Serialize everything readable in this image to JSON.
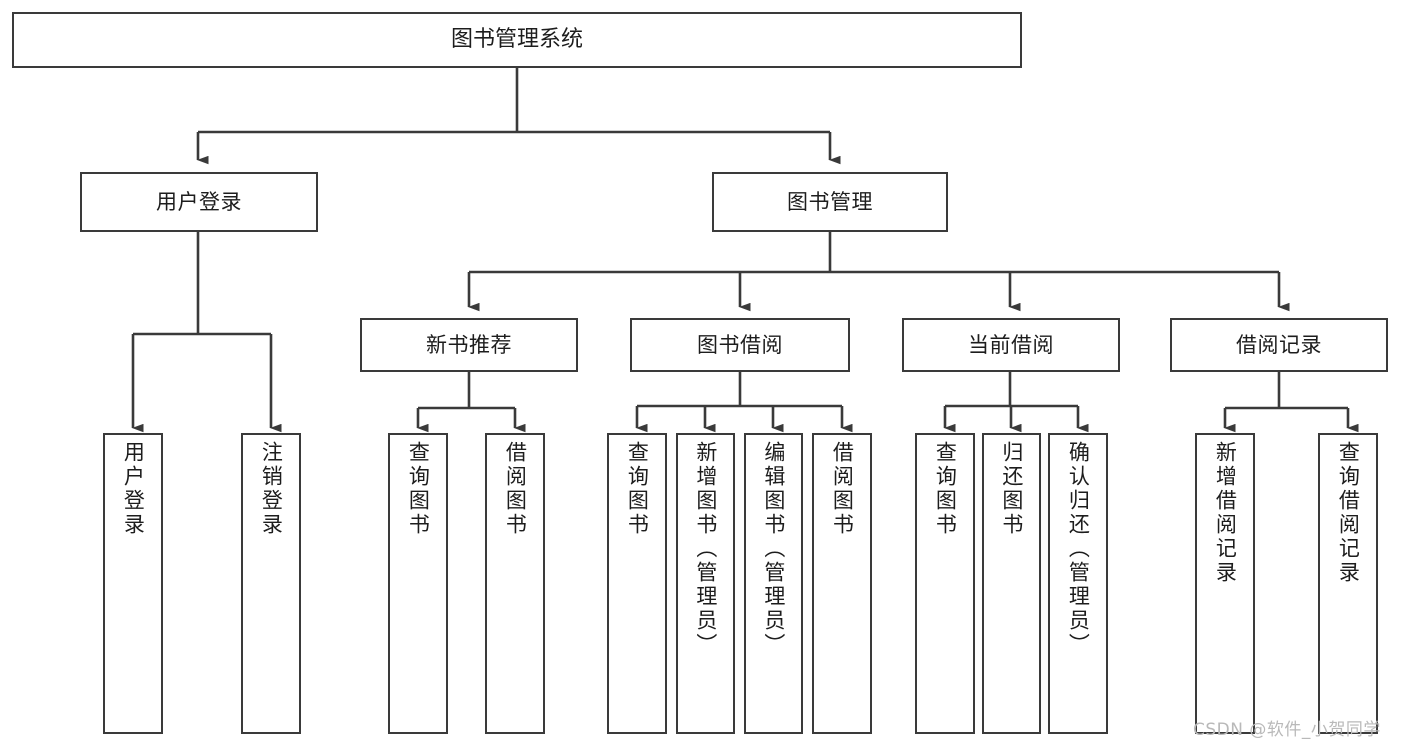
{
  "diagram": {
    "type": "tree-hierarchy",
    "title": "图书管理系统",
    "root": {
      "id": "root",
      "label": "图书管理系统",
      "orientation": "horizontal"
    },
    "level2": [
      {
        "id": "user-login",
        "label": "用户登录",
        "orientation": "horizontal"
      },
      {
        "id": "book-management",
        "label": "图书管理",
        "orientation": "horizontal"
      }
    ],
    "level3": [
      {
        "id": "new-book-recommend",
        "label": "新书推荐",
        "orientation": "horizontal",
        "parent": "book-management"
      },
      {
        "id": "book-borrow",
        "label": "图书借阅",
        "orientation": "horizontal",
        "parent": "book-management"
      },
      {
        "id": "current-borrow",
        "label": "当前借阅",
        "orientation": "horizontal",
        "parent": "book-management"
      },
      {
        "id": "borrow-record",
        "label": "借阅记录",
        "orientation": "horizontal",
        "parent": "book-management"
      }
    ],
    "leaves": [
      {
        "id": "leaf-user-login",
        "label": "用户登录",
        "orientation": "vertical",
        "parent": "user-login"
      },
      {
        "id": "leaf-logout-login",
        "label": "注销登录",
        "orientation": "vertical",
        "parent": "user-login"
      },
      {
        "id": "leaf-query-book-1",
        "label": "查询图书",
        "orientation": "vertical",
        "parent": "new-book-recommend"
      },
      {
        "id": "leaf-borrow-book-1",
        "label": "借阅图书",
        "orientation": "vertical",
        "parent": "new-book-recommend"
      },
      {
        "id": "leaf-query-book-2",
        "label": "查询图书",
        "orientation": "vertical",
        "parent": "book-borrow"
      },
      {
        "id": "leaf-add-book",
        "label": "新增图书（管理员）",
        "orientation": "vertical",
        "parent": "book-borrow"
      },
      {
        "id": "leaf-edit-book",
        "label": "编辑图书（管理员）",
        "orientation": "vertical",
        "parent": "book-borrow"
      },
      {
        "id": "leaf-borrow-book-2",
        "label": "借阅图书",
        "orientation": "vertical",
        "parent": "book-borrow"
      },
      {
        "id": "leaf-query-book-3",
        "label": "查询图书",
        "orientation": "vertical",
        "parent": "current-borrow"
      },
      {
        "id": "leaf-return-book",
        "label": "归还图书",
        "orientation": "vertical",
        "parent": "current-borrow"
      },
      {
        "id": "leaf-confirm-return",
        "label": "确认归还（管理员）",
        "orientation": "vertical",
        "parent": "current-borrow"
      },
      {
        "id": "leaf-add-record",
        "label": "新增借阅记录",
        "orientation": "vertical",
        "parent": "borrow-record"
      },
      {
        "id": "leaf-query-record",
        "label": "查询借阅记录",
        "orientation": "vertical",
        "parent": "borrow-record"
      }
    ],
    "colors": {
      "stroke": "#3a3a3a",
      "background": "#ffffff",
      "text": "#1d1d1d",
      "watermark": "#b9b9b9"
    }
  },
  "watermark": {
    "text": "CSDN @软件_小贺同学"
  }
}
